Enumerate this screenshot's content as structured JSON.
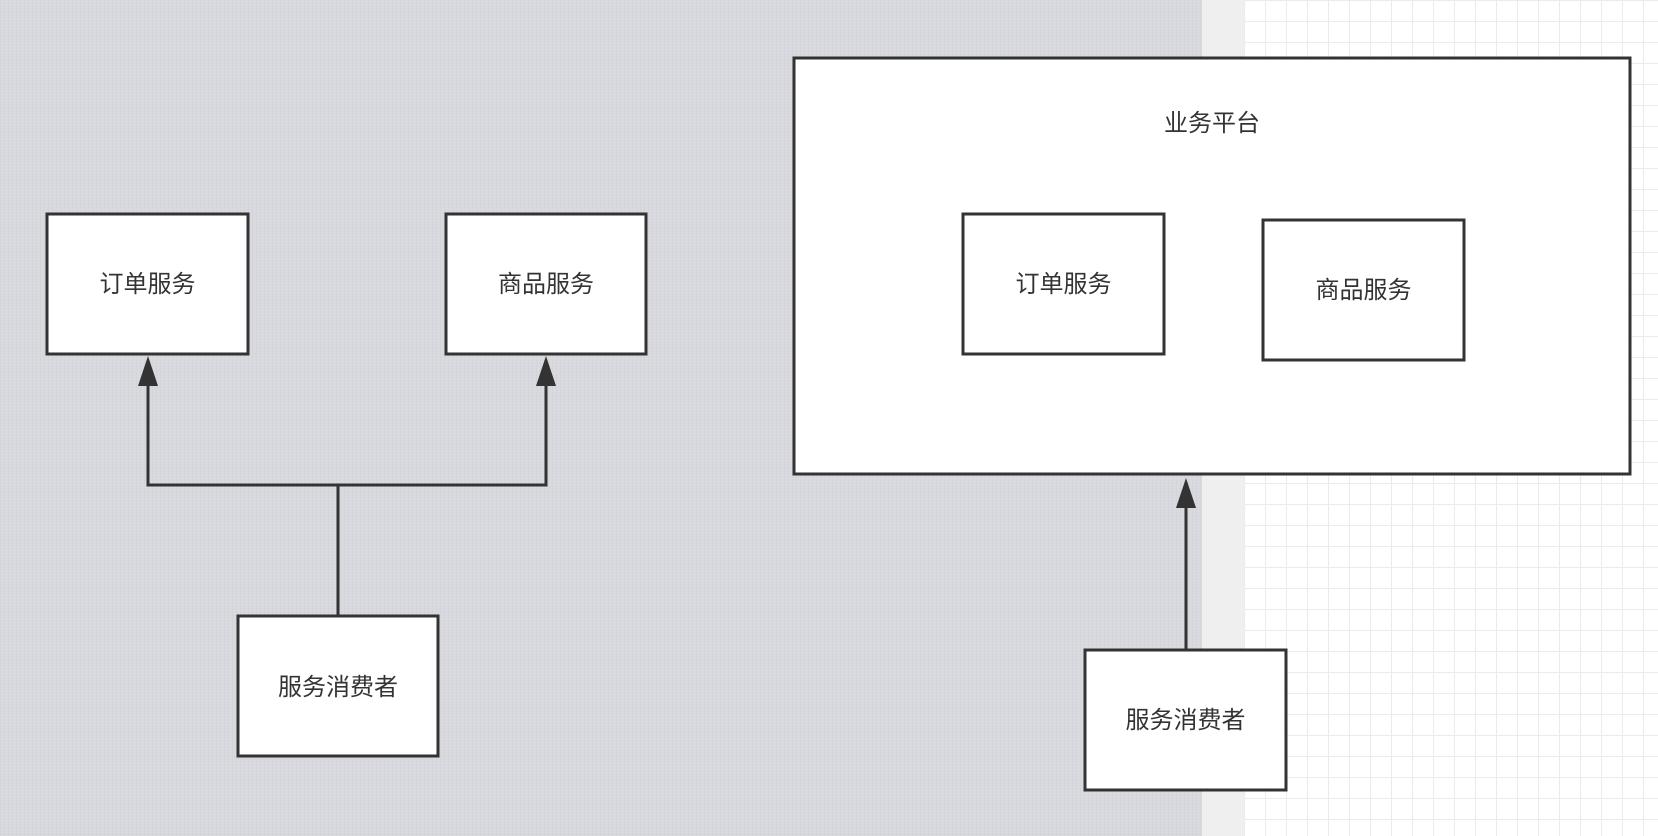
{
  "left": {
    "order_service": "订单服务",
    "product_service": "商品服务",
    "consumer": "服务消费者"
  },
  "right": {
    "platform": "业务平台",
    "order_service": "订单服务",
    "product_service": "商品服务",
    "consumer": "服务消费者"
  },
  "colors": {
    "stroke": "#333333",
    "box_fill": "#ffffff",
    "text": "#333333"
  }
}
